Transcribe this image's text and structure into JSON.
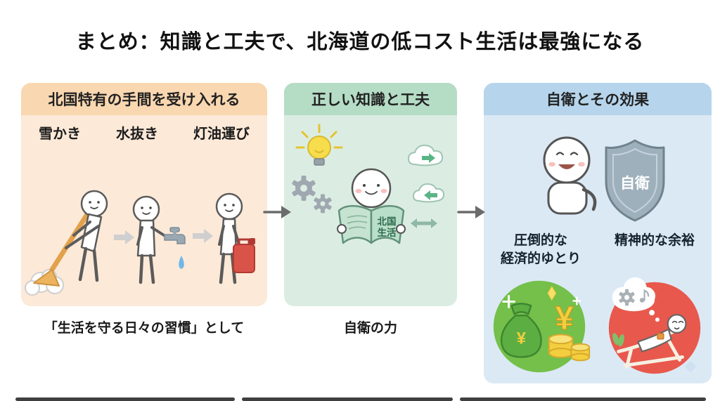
{
  "title": "まとめ：知識と工夫で、北海道の低コスト生活は最強になる",
  "panels": {
    "accept": {
      "header": "北国特有の手間を受け入れる",
      "tasks": [
        {
          "label": "雪かき"
        },
        {
          "label": "水抜き"
        },
        {
          "label": "灯油運び"
        }
      ],
      "caption": "「生活を守る日々の習慣」として"
    },
    "knowledge": {
      "header": "正しい知識と工夫",
      "book_line1": "北国",
      "book_line2": "生活",
      "caption": "自衛の力"
    },
    "defense": {
      "header": "自衛とその効果",
      "shield_label": "自衛",
      "benefit1_line1": "圧倒的な",
      "benefit1_line2": "経済的ゆとり",
      "benefit2": "精神的な余裕",
      "yen": "¥"
    }
  },
  "colors": {
    "title-text": "#111111",
    "panel1-bg": "#FCE9D8",
    "panel1-header": "#F9D7B0",
    "panel2-bg": "#DBEDE2",
    "panel2-header": "#B5DCC5",
    "panel3-bg": "#DBE9F5",
    "panel3-header": "#B6D5EC",
    "money-green": "#74C04A",
    "relax-red": "#E8584C",
    "shield-gray": "#9FB0BD",
    "bulb-yellow": "#F7DC4C",
    "can-red": "#D95349",
    "broom-orange": "#E2A14C",
    "arrow-gray": "#6B6B6B"
  }
}
